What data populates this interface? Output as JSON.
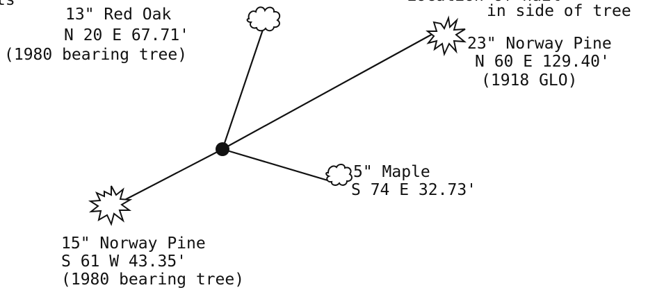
{
  "page_fragments": {
    "top_left_cut": "ts",
    "top_right_cut": "Location of nail",
    "top_right_line2": "in side of tree"
  },
  "trees": {
    "red_oak": {
      "line1": "13\" Red Oak",
      "line2": "N 20 E 67.71'",
      "line3": "(1980 bearing tree)"
    },
    "norway_pine_ne": {
      "line1": "23\" Norway Pine",
      "line2": "N 60 E 129.40'",
      "line3": "(1918 GLO)"
    },
    "maple": {
      "line1": "5\" Maple",
      "line2": "S 74 E 32.73'"
    },
    "norway_pine_sw": {
      "line1": "15\" Norway Pine",
      "line2": "S 61 W 43.35'",
      "line3": "(1980 bearing tree)"
    }
  },
  "colors": {
    "ink": "#111111",
    "background": "#ffffff"
  }
}
